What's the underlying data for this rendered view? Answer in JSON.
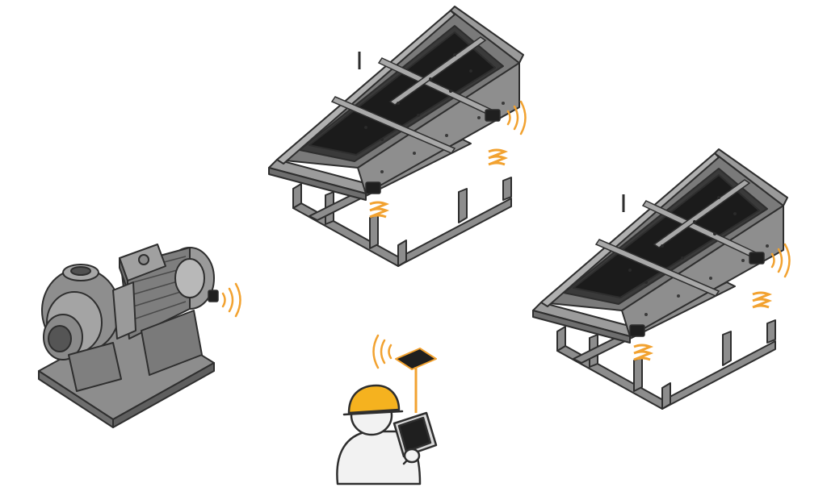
{
  "scene": {
    "background": "#ffffff",
    "colors": {
      "machine_fill": "#8a8a8a",
      "machine_light": "#a6a6a6",
      "machine_dark": "#5f5f5f",
      "outline": "#2e2e2e",
      "screen_mesh": "#1b1b1b",
      "signal_orange": "#f2a230",
      "sensor_body": "#1f1f1f",
      "worker_suit": "#f2f2f2",
      "helmet": "#f5b21f"
    },
    "objects": [
      {
        "name": "vibrating-screen-top",
        "icon": "vibrating-screen-icon",
        "sensors": 2
      },
      {
        "name": "vibrating-screen-right",
        "icon": "vibrating-screen-icon",
        "sensors": 2
      },
      {
        "name": "centrifugal-pump",
        "icon": "pump-icon",
        "sensors": 1
      },
      {
        "name": "wireless-gateway",
        "icon": "gateway-icon"
      },
      {
        "name": "worker-with-tablet",
        "icon": "worker-icon"
      }
    ]
  }
}
